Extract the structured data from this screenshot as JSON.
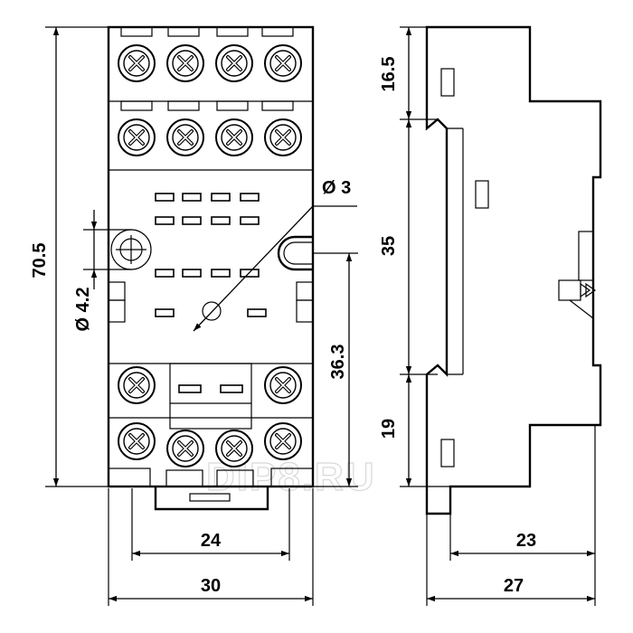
{
  "dimensions": {
    "overall_height": "70.5",
    "hole_diameter_large": "Ø 4.2",
    "hole_diameter_small": "Ø 3",
    "mount_distance": "36.3",
    "width_inner": "24",
    "width_overall": "30",
    "side_top": "16.5",
    "side_middle": "35",
    "side_bottom": "19",
    "depth_inner": "23",
    "depth_overall": "27"
  },
  "watermark": "DIP8.RU"
}
